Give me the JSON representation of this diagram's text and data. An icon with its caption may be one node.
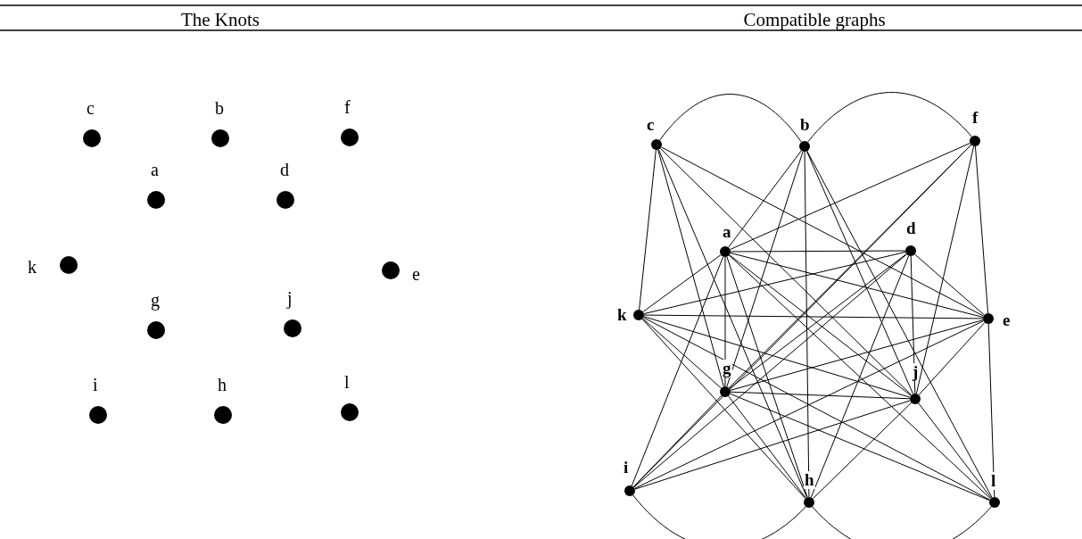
{
  "diagram": {
    "nodes": [
      {
        "text": [],
        "shape": "circle",
        "beside": [
          "c"
        ]
      },
      {
        "text": [],
        "shape": "circle",
        "beside": [
          "b"
        ]
      },
      {
        "text": [],
        "shape": "circle",
        "beside": [
          "f"
        ]
      },
      {
        "text": [],
        "shape": "circle",
        "beside": [
          "a"
        ]
      },
      {
        "text": [],
        "shape": "circle",
        "beside": [
          "d"
        ]
      },
      {
        "text": [],
        "shape": "circle",
        "beside": [
          "k"
        ]
      },
      {
        "text": [],
        "shape": "circle",
        "beside": [
          "e"
        ]
      },
      {
        "text": [],
        "shape": "circle",
        "beside": [
          "g"
        ]
      },
      {
        "text": [],
        "shape": "circle",
        "beside": [
          "j"
        ]
      },
      {
        "text": [],
        "shape": "circle",
        "beside": [
          "i"
        ]
      },
      {
        "text": [],
        "shape": "circle",
        "beside": [
          "h"
        ]
      },
      {
        "text": [],
        "shape": "circle",
        "beside": [
          "l"
        ]
      },
      {
        "text": [],
        "shape": "circle",
        "beside": [
          "c"
        ]
      },
      {
        "text": [],
        "shape": "circle",
        "beside": [
          "b"
        ]
      },
      {
        "text": [],
        "shape": "circle",
        "beside": [
          "f"
        ]
      },
      {
        "text": [],
        "shape": "circle",
        "beside": [
          "a"
        ]
      },
      {
        "text": [],
        "shape": "circle",
        "beside": [
          "d"
        ]
      },
      {
        "text": [],
        "shape": "circle",
        "beside": [
          "k"
        ]
      },
      {
        "text": [],
        "shape": "circle",
        "beside": [
          "e"
        ]
      },
      {
        "text": [],
        "shape": "circle",
        "beside": [
          "g"
        ]
      },
      {
        "text": [],
        "shape": "circle",
        "beside": [
          "j"
        ]
      },
      {
        "text": [],
        "shape": "circle",
        "beside": [
          "i"
        ]
      },
      {
        "text": [],
        "shape": "circle",
        "beside": [
          "h"
        ]
      },
      {
        "text": [],
        "shape": "circle",
        "beside": [
          "l"
        ]
      }
    ],
    "edges": [
      {
        "from": 12,
        "to": 13,
        "arrow": "none"
      },
      {
        "from": 13,
        "to": 14,
        "arrow": "none"
      },
      {
        "from": 21,
        "to": 22,
        "arrow": "none"
      },
      {
        "from": 22,
        "to": 23,
        "arrow": "none"
      },
      {
        "from": 12,
        "to": 17,
        "arrow": "none"
      },
      {
        "from": 12,
        "to": 19,
        "arrow": "none"
      },
      {
        "from": 12,
        "to": 22,
        "arrow": "none"
      },
      {
        "from": 12,
        "to": 20,
        "arrow": "none"
      },
      {
        "from": 12,
        "to": 18,
        "arrow": "none"
      },
      {
        "from": 13,
        "to": 15,
        "arrow": "none"
      },
      {
        "from": 13,
        "to": 19,
        "arrow": "none"
      },
      {
        "from": 13,
        "to": 22,
        "arrow": "none"
      },
      {
        "from": 13,
        "to": 20,
        "arrow": "none"
      },
      {
        "from": 13,
        "to": 23,
        "arrow": "none"
      },
      {
        "from": 14,
        "to": 15,
        "arrow": "none"
      },
      {
        "from": 14,
        "to": 19,
        "arrow": "none"
      },
      {
        "from": 14,
        "to": 21,
        "arrow": "none"
      },
      {
        "from": 14,
        "to": 20,
        "arrow": "none"
      },
      {
        "from": 14,
        "to": 18,
        "arrow": "none"
      },
      {
        "from": 15,
        "to": 16,
        "arrow": "none"
      },
      {
        "from": 15,
        "to": 17,
        "arrow": "none"
      },
      {
        "from": 15,
        "to": 18,
        "arrow": "none"
      },
      {
        "from": 15,
        "to": 19,
        "arrow": "none"
      },
      {
        "from": 15,
        "to": 20,
        "arrow": "none"
      },
      {
        "from": 15,
        "to": 22,
        "arrow": "none"
      },
      {
        "from": 15,
        "to": 23,
        "arrow": "none"
      },
      {
        "from": 15,
        "to": 21,
        "arrow": "none"
      },
      {
        "from": 16,
        "to": 17,
        "arrow": "none"
      },
      {
        "from": 16,
        "to": 18,
        "arrow": "none"
      },
      {
        "from": 16,
        "to": 19,
        "arrow": "none"
      },
      {
        "from": 16,
        "to": 20,
        "arrow": "none"
      },
      {
        "from": 16,
        "to": 21,
        "arrow": "none"
      },
      {
        "from": 16,
        "to": 22,
        "arrow": "none"
      },
      {
        "from": 17,
        "to": 18,
        "arrow": "none"
      },
      {
        "from": 17,
        "to": 19,
        "arrow": "none"
      },
      {
        "from": 17,
        "to": 20,
        "arrow": "none"
      },
      {
        "from": 17,
        "to": 23,
        "arrow": "none"
      },
      {
        "from": 17,
        "to": 22,
        "arrow": "none"
      },
      {
        "from": 18,
        "to": 19,
        "arrow": "none"
      },
      {
        "from": 18,
        "to": 21,
        "arrow": "none"
      },
      {
        "from": 18,
        "to": 20,
        "arrow": "none"
      },
      {
        "from": 18,
        "to": 23,
        "arrow": "none"
      },
      {
        "from": 19,
        "to": 20,
        "arrow": "none"
      },
      {
        "from": 19,
        "to": 22,
        "arrow": "none"
      },
      {
        "from": 19,
        "to": 23,
        "arrow": "none"
      },
      {
        "from": 19,
        "to": 21,
        "arrow": "none"
      },
      {
        "from": 20,
        "to": 21,
        "arrow": "none"
      },
      {
        "from": 20,
        "to": 22,
        "arrow": "none"
      },
      {
        "from": 20,
        "to": 23,
        "arrow": "none"
      }
    ],
    "labels": [
      "The Knots",
      "Compatible graphs"
    ]
  }
}
